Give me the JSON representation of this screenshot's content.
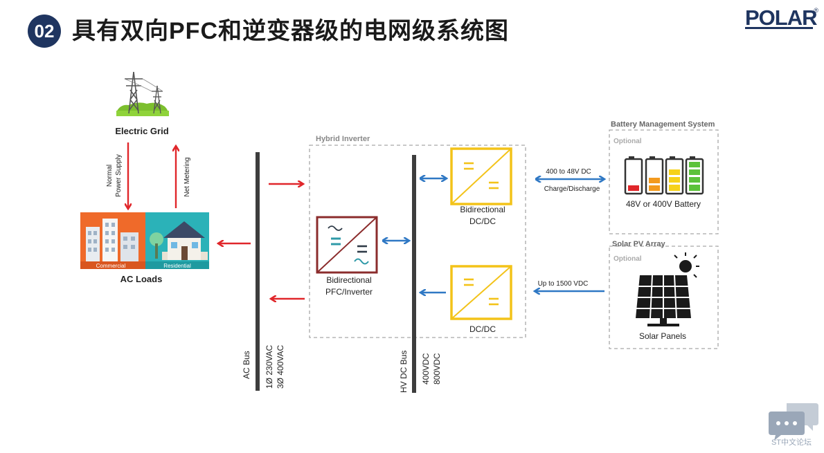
{
  "header": {
    "number": "02",
    "title": "具有双向PFC和逆变器级的电网级系统图",
    "logo": "POLAR",
    "logo_mark": "®"
  },
  "diagram": {
    "grid_label": "Electric Grid",
    "normal_supply_line1": "Normal",
    "normal_supply_line2": "Power Supply",
    "net_metering": "Net Metering",
    "commercial": "Commercial",
    "residential": "Residential",
    "ac_loads": "AC Loads",
    "ac_bus": "AC Bus",
    "ac_voltage_1": "1Ø 230VAC",
    "ac_voltage_3": "3Ø 400VAC",
    "hybrid_inverter": "Hybrid Inverter",
    "pfc_line1": "Bidirectional",
    "pfc_line2": "PFC/Inverter",
    "hv_dc_bus": "HV DC Bus",
    "dc_voltage_400": "400VDC",
    "dc_voltage_800": "800VDC",
    "bidi_dcdc_line1": "Bidirectional",
    "bidi_dcdc_line2": "DC/DC",
    "dcdc": "DC/DC",
    "battery_link_top": "400 to 48V DC",
    "battery_link_bottom": "Charge/Discharge",
    "solar_link": "Up to 1500 VDC",
    "bms_title": "Battery Management System",
    "bms_optional": "Optional",
    "battery_label": "48V or 400V Battery",
    "pv_title": "Solar PV Array",
    "pv_optional": "Optional",
    "solar_panels": "Solar Panels"
  },
  "watermark": {
    "text": "ST中文论坛"
  },
  "colors": {
    "navy": "#1f3560",
    "red_arrow": "#e0262a",
    "blue_arrow": "#2f78c4",
    "converter_yellow": "#f3c319",
    "inverter_maroon": "#8b2c2c",
    "bus_gray": "#3d3d3d",
    "dashed_gray": "#a8a8a8"
  }
}
